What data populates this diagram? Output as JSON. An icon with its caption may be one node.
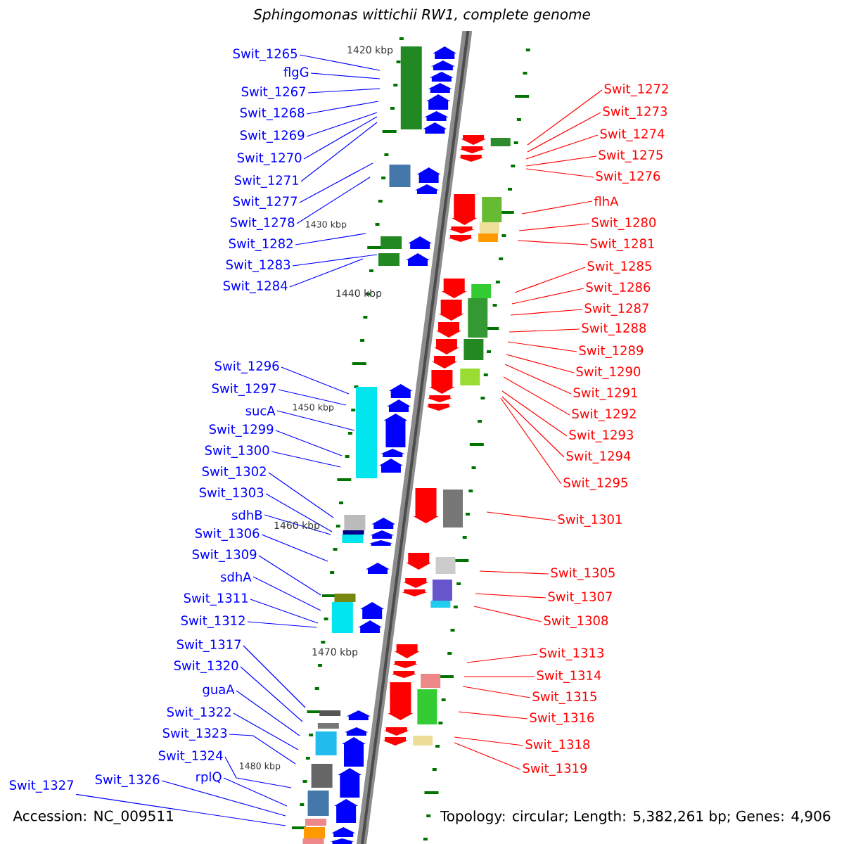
{
  "diagram": {
    "title": "Sphingomonas wittichii RW1, complete genome",
    "nodes": [
      {
        "text": [
          "Swit_1265"
        ]
      },
      {
        "text": [
          "flgG"
        ]
      },
      {
        "text": [
          "Swit_1267"
        ]
      },
      {
        "text": [
          "Swit_1268"
        ]
      },
      {
        "text": [
          "Swit_1269"
        ]
      },
      {
        "text": [
          "Swit_1270"
        ]
      },
      {
        "text": [
          "Swit_1271"
        ]
      },
      {
        "text": [
          "Swit_1277"
        ]
      },
      {
        "text": [
          "Swit_1278"
        ]
      },
      {
        "text": [
          "Swit_1282"
        ]
      },
      {
        "text": [
          "Swit_1283"
        ]
      },
      {
        "text": [
          "Swit_1284"
        ]
      },
      {
        "text": [
          "Swit_1296"
        ]
      },
      {
        "text": [
          "Swit_1297"
        ]
      },
      {
        "text": [
          "sucA"
        ]
      },
      {
        "text": [
          "Swit_1299"
        ]
      },
      {
        "text": [
          "Swit_1300"
        ]
      },
      {
        "text": [
          "Swit_1302"
        ]
      },
      {
        "text": [
          "Swit_1303"
        ]
      },
      {
        "text": [
          "sdhB"
        ]
      },
      {
        "text": [
          "Swit_1306"
        ]
      },
      {
        "text": [
          "Swit_1309"
        ]
      },
      {
        "text": [
          "sdhA"
        ]
      },
      {
        "text": [
          "Swit_1311"
        ]
      },
      {
        "text": [
          "Swit_1312"
        ]
      },
      {
        "text": [
          "Swit_1317"
        ]
      },
      {
        "text": [
          "Swit_1320"
        ]
      },
      {
        "text": [
          "guaA"
        ]
      },
      {
        "text": [
          "Swit_1322"
        ]
      },
      {
        "text": [
          "Swit_1323"
        ]
      },
      {
        "text": [
          "Swit_1324"
        ]
      },
      {
        "text": [
          "rplQ"
        ]
      },
      {
        "text": [
          "Swit_1327"
        ]
      },
      {
        "text": [
          "Swit_1326"
        ]
      },
      {
        "text": [
          "Swit_1272"
        ]
      },
      {
        "text": [
          "Swit_1273"
        ]
      },
      {
        "text": [
          "Swit_1274"
        ]
      },
      {
        "text": [
          "Swit_1275"
        ]
      },
      {
        "text": [
          "Swit_1276"
        ]
      },
      {
        "text": [
          "flhA"
        ]
      },
      {
        "text": [
          "Swit_1280"
        ]
      },
      {
        "text": [
          "Swit_1281"
        ]
      },
      {
        "text": [
          "Swit_1285"
        ]
      },
      {
        "text": [
          "Swit_1286"
        ]
      },
      {
        "text": [
          "Swit_1287"
        ]
      },
      {
        "text": [
          "Swit_1288"
        ]
      },
      {
        "text": [
          "Swit_1289"
        ]
      },
      {
        "text": [
          "Swit_1290"
        ]
      },
      {
        "text": [
          "Swit_1291"
        ]
      },
      {
        "text": [
          "Swit_1292"
        ]
      },
      {
        "text": [
          "Swit_1293"
        ]
      },
      {
        "text": [
          "Swit_1294"
        ]
      },
      {
        "text": [
          "Swit_1295"
        ]
      },
      {
        "text": [
          "Swit_1301"
        ]
      },
      {
        "text": [
          "Swit_1305"
        ]
      },
      {
        "text": [
          "Swit_1307"
        ]
      },
      {
        "text": [
          "Swit_1308"
        ]
      },
      {
        "text": [
          "Swit_1313"
        ]
      },
      {
        "text": [
          "Swit_1314"
        ]
      },
      {
        "text": [
          "Swit_1315"
        ]
      },
      {
        "text": [
          "Swit_1316"
        ]
      },
      {
        "text": [
          "Swit_1318"
        ]
      },
      {
        "text": [
          "Swit_1319"
        ]
      }
    ],
    "edges": [
      {
        "from": 0,
        "to": null,
        "arrow": "none"
      },
      {
        "from": 1,
        "to": null,
        "arrow": "none"
      },
      {
        "from": 2,
        "to": null,
        "arrow": "none"
      },
      {
        "from": 3,
        "to": null,
        "arrow": "none"
      },
      {
        "from": 4,
        "to": null,
        "arrow": "none"
      },
      {
        "from": 5,
        "to": null,
        "arrow": "none"
      },
      {
        "from": 6,
        "to": null,
        "arrow": "none"
      },
      {
        "from": 7,
        "to": null,
        "arrow": "none"
      },
      {
        "from": 8,
        "to": null,
        "arrow": "none"
      },
      {
        "from": 9,
        "to": null,
        "arrow": "none"
      },
      {
        "from": 10,
        "to": null,
        "arrow": "none"
      },
      {
        "from": 11,
        "to": null,
        "arrow": "none"
      },
      {
        "from": 12,
        "to": null,
        "arrow": "none"
      },
      {
        "from": 13,
        "to": null,
        "arrow": "none"
      },
      {
        "from": 14,
        "to": null,
        "arrow": "none"
      },
      {
        "from": 15,
        "to": null,
        "arrow": "none"
      },
      {
        "from": 16,
        "to": null,
        "arrow": "none"
      },
      {
        "from": 17,
        "to": null,
        "arrow": "none"
      },
      {
        "from": 18,
        "to": null,
        "arrow": "none"
      },
      {
        "from": 19,
        "to": null,
        "arrow": "none"
      },
      {
        "from": 20,
        "to": null,
        "arrow": "none"
      },
      {
        "from": 21,
        "to": null,
        "arrow": "none"
      },
      {
        "from": 22,
        "to": null,
        "arrow": "none"
      },
      {
        "from": 23,
        "to": null,
        "arrow": "none"
      },
      {
        "from": 24,
        "to": null,
        "arrow": "none"
      },
      {
        "from": 25,
        "to": null,
        "arrow": "none"
      },
      {
        "from": 26,
        "to": null,
        "arrow": "none"
      },
      {
        "from": 27,
        "to": null,
        "arrow": "none"
      },
      {
        "from": 28,
        "to": null,
        "arrow": "none"
      },
      {
        "from": 29,
        "to": null,
        "arrow": "none"
      },
      {
        "from": 30,
        "to": null,
        "arrow": "none"
      },
      {
        "from": 31,
        "to": null,
        "arrow": "none"
      },
      {
        "from": 32,
        "to": null,
        "arrow": "none"
      },
      {
        "from": 33,
        "to": null,
        "arrow": "none"
      },
      {
        "from": 34,
        "to": null,
        "arrow": "none",
        "color": "#ff0000"
      },
      {
        "from": 35,
        "to": null,
        "arrow": "none",
        "color": "#ff0000"
      },
      {
        "from": 36,
        "to": null,
        "arrow": "none",
        "color": "#ff0000"
      },
      {
        "from": 37,
        "to": null,
        "arrow": "none",
        "color": "#ff0000"
      },
      {
        "from": 38,
        "to": null,
        "arrow": "none",
        "color": "#ff0000"
      },
      {
        "from": 39,
        "to": null,
        "arrow": "none",
        "color": "#ff0000"
      },
      {
        "from": 40,
        "to": null,
        "arrow": "none",
        "color": "#ff0000"
      },
      {
        "from": 41,
        "to": null,
        "arrow": "none",
        "color": "#ff0000"
      },
      {
        "from": 42,
        "to": null,
        "arrow": "none",
        "color": "#ff0000"
      },
      {
        "from": 43,
        "to": null,
        "arrow": "none",
        "color": "#ff0000"
      },
      {
        "from": 44,
        "to": null,
        "arrow": "none",
        "color": "#ff0000"
      },
      {
        "from": 45,
        "to": null,
        "arrow": "none",
        "color": "#ff0000"
      },
      {
        "from": 46,
        "to": null,
        "arrow": "none",
        "color": "#ff0000"
      },
      {
        "from": 47,
        "to": null,
        "arrow": "none",
        "color": "#ff0000"
      },
      {
        "from": 48,
        "to": null,
        "arrow": "none",
        "color": "#ff0000"
      },
      {
        "from": 49,
        "to": null,
        "arrow": "none",
        "color": "#ff0000"
      },
      {
        "from": 50,
        "to": null,
        "arrow": "none",
        "color": "#ff0000"
      },
      {
        "from": 51,
        "to": null,
        "arrow": "none",
        "color": "#ff0000"
      },
      {
        "from": 52,
        "to": null,
        "arrow": "none",
        "color": "#ff0000"
      },
      {
        "from": 53,
        "to": null,
        "arrow": "none",
        "color": "#ff0000"
      },
      {
        "from": 54,
        "to": null,
        "arrow": "none",
        "color": "#ff0000"
      },
      {
        "from": 55,
        "to": null,
        "arrow": "none",
        "color": "#ff0000"
      },
      {
        "from": 56,
        "to": null,
        "arrow": "none",
        "color": "#ff0000"
      },
      {
        "from": 57,
        "to": null,
        "arrow": "none",
        "color": "#ff0000"
      },
      {
        "from": 58,
        "to": null,
        "arrow": "none",
        "color": "#ff0000"
      },
      {
        "from": 59,
        "to": null,
        "arrow": "none",
        "color": "#ff0000"
      },
      {
        "from": 60,
        "to": null,
        "arrow": "none",
        "color": "#ff0000"
      },
      {
        "from": 61,
        "to": null,
        "arrow": "none",
        "color": "#ff0000"
      },
      {
        "from": 62,
        "to": null,
        "arrow": "none",
        "color": "#ff0000"
      }
    ],
    "labels": [
      "1420 kbp",
      "1430 kbp",
      "1440 kbp",
      "1450 kbp",
      "1460 kbp",
      "1470 kbp",
      "1480 kbp",
      "Accession: NC_009511",
      "Topology: circular; Length: 5,382,261 bp; Genes: 4,906"
    ]
  }
}
